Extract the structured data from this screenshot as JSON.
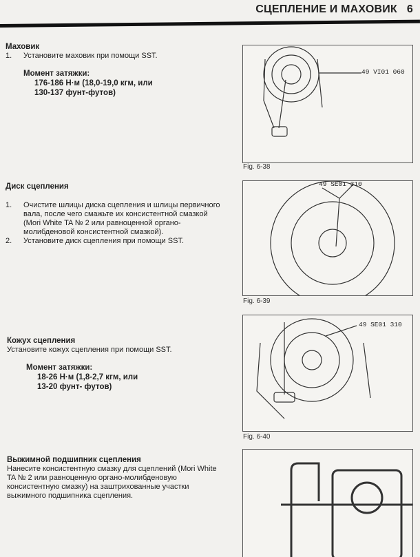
{
  "header": {
    "title": "СЦЕПЛЕНИЕ И МАХОВИК",
    "page": "6"
  },
  "sections": [
    {
      "title": "Маховик",
      "items": [
        {
          "n": "1.",
          "text": "Установите маховик при помощи SST."
        }
      ],
      "torque": {
        "label": "Момент затяжки:",
        "line1": "176-186 Н·м (18,0-19,0 кгм, или",
        "line2": "130-137 фунт-футов)"
      }
    },
    {
      "title": "Диск сцепления",
      "items": [
        {
          "n": "1.",
          "text": "Очистите шлицы диска сцепления и шлицы первичного вала, после чего смажьте их консистентной смазкой (Mori White TA № 2 или равноценной органо-молибденовой консистентной смазкой)."
        },
        {
          "n": "2.",
          "text": "Установите диск сцепления при помощи SST."
        }
      ]
    },
    {
      "title": "Кожух сцепления",
      "text": "Установите кожух сцепления при помощи SST.",
      "torque": {
        "label": "Момент затяжки:",
        "line1": "18-26 Н·м (1,8-2,7 кгм, или",
        "line2": "13-20 фунт- футов)"
      }
    },
    {
      "title": "Выжимной подшипник сцепления",
      "text": "Нанесите консистентную смазку для сцеплений (Mori White TA № 2 или равноценную органо-молибденовую консистентную смазку) на заштрихованные участки выжимного подшипника сцепления."
    }
  ],
  "figures": [
    {
      "label": "Fig. 6-38",
      "callout": "49 VI01 060"
    },
    {
      "label": "Fig. 6-39",
      "callout": "49 SE01 310"
    },
    {
      "label": "Fig. 6-40",
      "callout": "49 SE01 310"
    }
  ]
}
